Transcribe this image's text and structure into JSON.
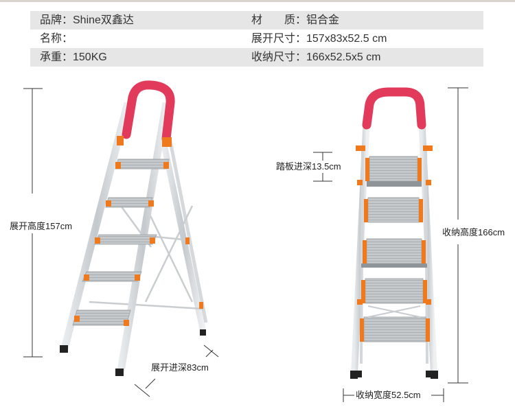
{
  "specs": {
    "rows": [
      {
        "left": "品牌：Shine双鑫达",
        "right": "材　　质：铝合金"
      },
      {
        "left": "名称：",
        "right": "展开尺寸：157x83x52.5 cm"
      },
      {
        "left": "承重：150KG",
        "right": "收纳尺寸：166x52.5x5 cm"
      }
    ]
  },
  "dimensions": {
    "open_height": "展开高度157cm",
    "open_depth": "展开进深83cm",
    "step_depth": "踏板进深13.5cm",
    "folded_height": "收纳高度166cm",
    "folded_width": "收纳宽度52.5cm"
  },
  "colors": {
    "handle": "#e23a5a",
    "accent": "#ef7a1d",
    "frame": "#cfd3d6",
    "step": "#b9bdc1"
  }
}
